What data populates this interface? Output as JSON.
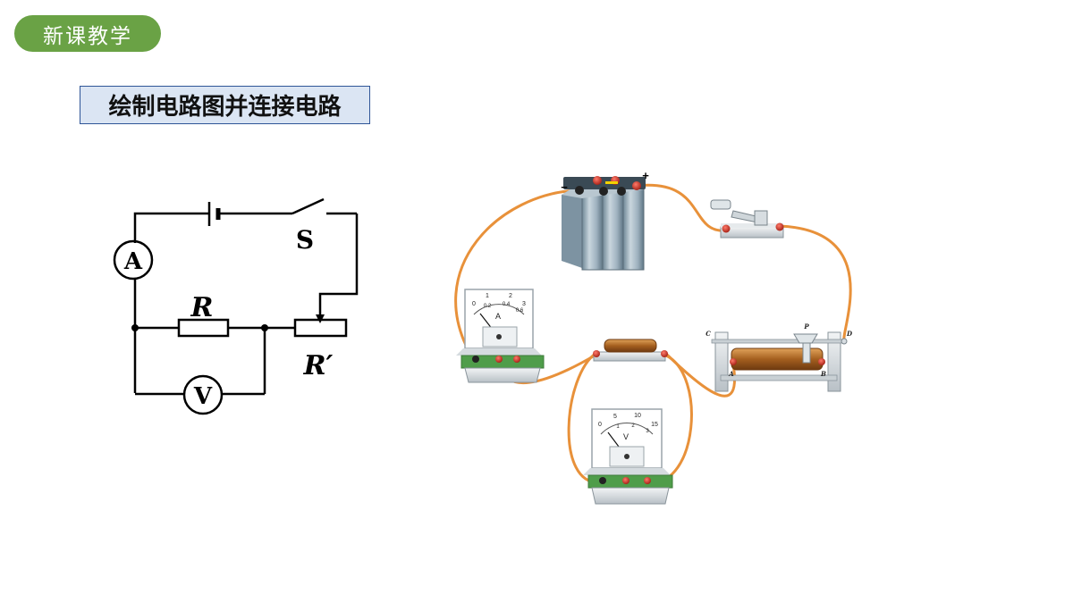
{
  "header": {
    "badge_label": "新课教学"
  },
  "slide": {
    "title": "绘制电路图并连接电路"
  },
  "schematic": {
    "ammeter_label": "A",
    "voltmeter_label": "V",
    "switch_label": "S",
    "resistor_label": "R",
    "rheostat_label": "R′"
  },
  "apparatus": {
    "battery_minus": "−",
    "battery_plus": "+",
    "ammeter_dial_label": "A",
    "ammeter_scale_top": [
      "0",
      "1",
      "2",
      "3"
    ],
    "ammeter_scale_bottom": [
      "0.2",
      "0.4",
      "0.6"
    ],
    "voltmeter_dial_label": "V",
    "voltmeter_scale_top": [
      "0",
      "5",
      "10",
      "15"
    ],
    "voltmeter_scale_bottom": [
      "1",
      "2",
      "3"
    ],
    "rheostat_terminals": [
      "C",
      "P",
      "D",
      "A",
      "B"
    ]
  },
  "colors": {
    "badge_green": "#6aa245",
    "title_fill": "#dbe5f3",
    "title_border": "#2f5597",
    "wire_orange": "#e8913a",
    "terminal_red": "#c0392b",
    "coil_copper": "#b8732a"
  }
}
